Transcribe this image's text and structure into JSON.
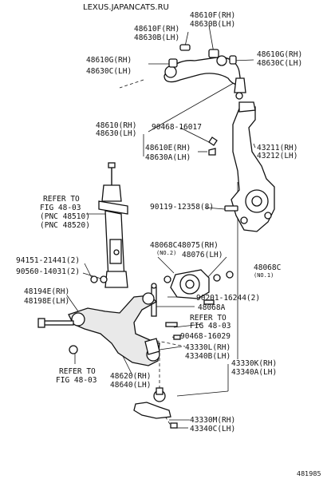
{
  "watermark": "LEXUS.JAPANCATS.RU",
  "diagram_id": "481985",
  "labels": {
    "p48610F": "48610F(RH)",
    "p48630B": "48630B(LH)",
    "p48610G_top": "48610G(RH)",
    "p48630C_top": "48630C(LH)",
    "p48610G_r": "48610G(RH)",
    "p48630C_r": "48630C(LH)",
    "p48610G_l": "48610G(RH)",
    "p48630C_l": "48630C(LH)",
    "p48610": "48610(RH)",
    "p48630": "48630(LH)",
    "p90468_16017": "90468-16017",
    "p48610E": "48610E(RH)",
    "p48630A": "48630A(LH)",
    "p43211": "43211(RH)",
    "p43212": "43212(LH)",
    "refer1_a": "REFER TO",
    "refer1_b": "FIG 48-03",
    "refer1_c": "(PNC 48510)",
    "refer1_d": "(PNC 48520)",
    "p90119": "90119-12358(8)",
    "p48068C_48075": "48068C48075(RH)",
    "no2": "(NO.2)",
    "p48076": "48076(LH)",
    "p48068C_r": "48068C",
    "no1": "(NO.1)",
    "p94151": "94151-21441(2)",
    "p90560": "90560-14031(2)",
    "p48194E": "48194E(RH)",
    "p48198E": "48198E(LH)",
    "p90201": "90201-16244(2)",
    "p48068A": "48068A",
    "refer2_a": "REFER TO",
    "refer2_b": "FIG 48-03",
    "p90468_16029": "90468-16029",
    "p43330L": "43330L(RH)",
    "p43340B": "43340B(LH)",
    "refer3_a": "REFER TO",
    "refer3_b": "FIG 48-03",
    "p48620": "48620(RH)",
    "p48640": "48640(LH)",
    "p43330K": "43330K(RH)",
    "p43340A": "43340A(LH)",
    "p43330M": "43330M(RH)",
    "p43340C": "43340C(LH)"
  }
}
